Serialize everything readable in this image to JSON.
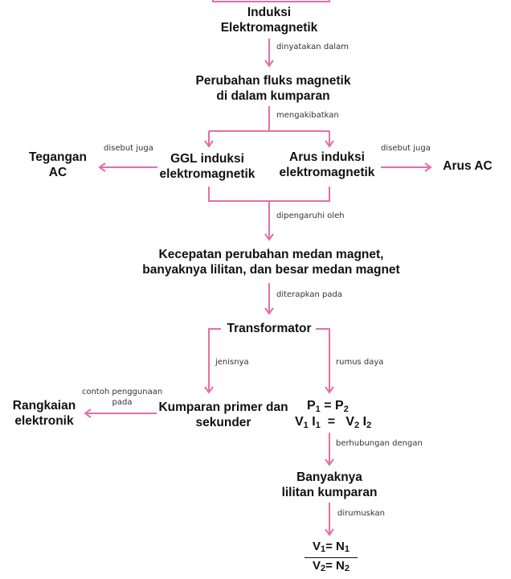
{
  "colors": {
    "arrow": "#e36fa6",
    "text": "#111111"
  },
  "nodes": {
    "induksi": [
      "Induksi",
      "Elektromagnetik"
    ],
    "perubahan_fluks": [
      "Perubahan fluks magnetik",
      "di dalam kumparan"
    ],
    "ggl": [
      "GGL induksi",
      "elektromagnetik"
    ],
    "arus": [
      "Arus  induksi",
      "elektromagnetik"
    ],
    "tegangan_ac": [
      "Tegangan",
      "AC"
    ],
    "arus_ac": [
      "Arus AC"
    ],
    "kecepatan": [
      "Kecepatan perubahan medan magnet,",
      "banyaknya lilitan, dan besar medan magnet"
    ],
    "transformator": [
      "Transformator"
    ],
    "kumparan": [
      "Kumparan primer dan",
      "sekunder"
    ],
    "rangkaian": [
      "Rangkaian",
      "elektronik"
    ],
    "banyaknya": [
      "Banyaknya",
      "lilitan kumparan"
    ]
  },
  "labels": {
    "dinyatakan": [
      "dinyatakan dalam"
    ],
    "mengakibatkan": [
      "mengakibatkan"
    ],
    "disebut_kiri": [
      "disebut juga"
    ],
    "disebut_kanan": [
      "disebut juga"
    ],
    "dipengaruhi": [
      "dipengaruhi oleh"
    ],
    "diterapkan": [
      "diterapkan pada"
    ],
    "jenisnya": [
      "jenisnya"
    ],
    "rumus_daya": [
      "rumus daya"
    ],
    "contoh": [
      "contoh penggunaan",
      "pada"
    ],
    "berhubungan": [
      "berhubungan dengan"
    ],
    "dirumuskan": [
      "dirumuskan"
    ]
  },
  "formulas": {
    "power_eq": {
      "p1": "P",
      "s1": "1",
      "eq": "= P",
      "s2": "2"
    },
    "volt_eq": {
      "v1": "V",
      "s1": "1",
      "i1": " I",
      "s2": "1",
      "eq": "  =   V",
      "s3": "2",
      "i2": " I",
      "s4": "2"
    },
    "ratio": {
      "vtop": "V",
      "stop1": "1",
      "eqtop": "= N",
      "stop2": "1",
      "vbot": "V",
      "sbot1": "2",
      "eqbot": "= N",
      "sbot2": "2"
    }
  }
}
